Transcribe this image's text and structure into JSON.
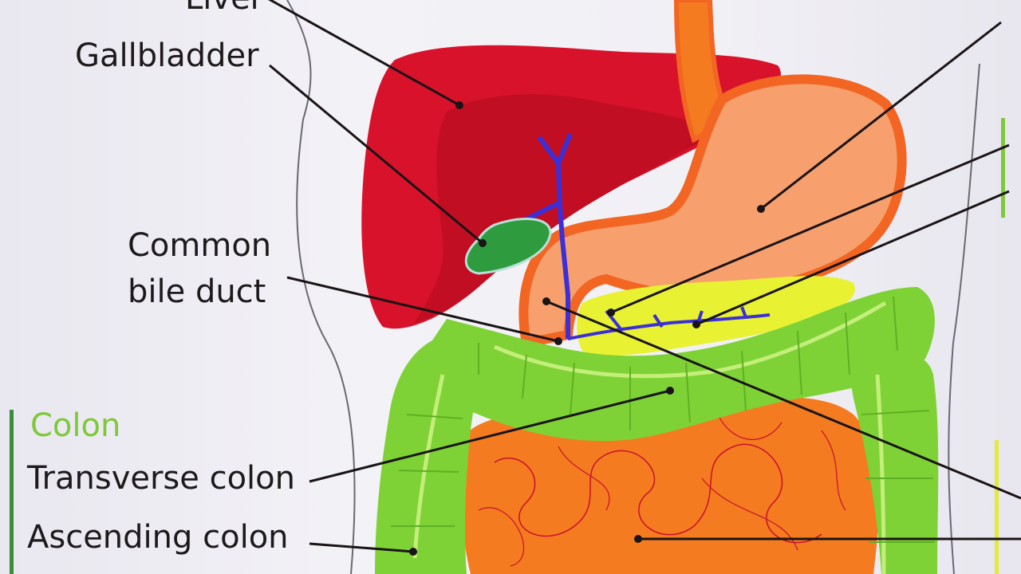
{
  "labels": {
    "liver": "Liver",
    "gallbladder": "Gallbladder",
    "common_bile_duct_line1": "Common",
    "common_bile_duct_line2": "bile duct",
    "colon_heading": "Colon",
    "transverse_colon": "Transverse colon",
    "ascending_colon": "Ascending colon"
  },
  "colors": {
    "liver": "#d8122a",
    "liver_shadow": "#c10e22",
    "gallbladder": "#2f9b3f",
    "bile_duct": "#3b2fd8",
    "stomach": "#f7a06e",
    "stomach_outline": "#f26522",
    "pancreas": "#e8f232",
    "colon": "#7ed235",
    "small_intestine": "#f47b20",
    "leader_line": "#1a1416",
    "heading_green": "#7ec83a"
  }
}
